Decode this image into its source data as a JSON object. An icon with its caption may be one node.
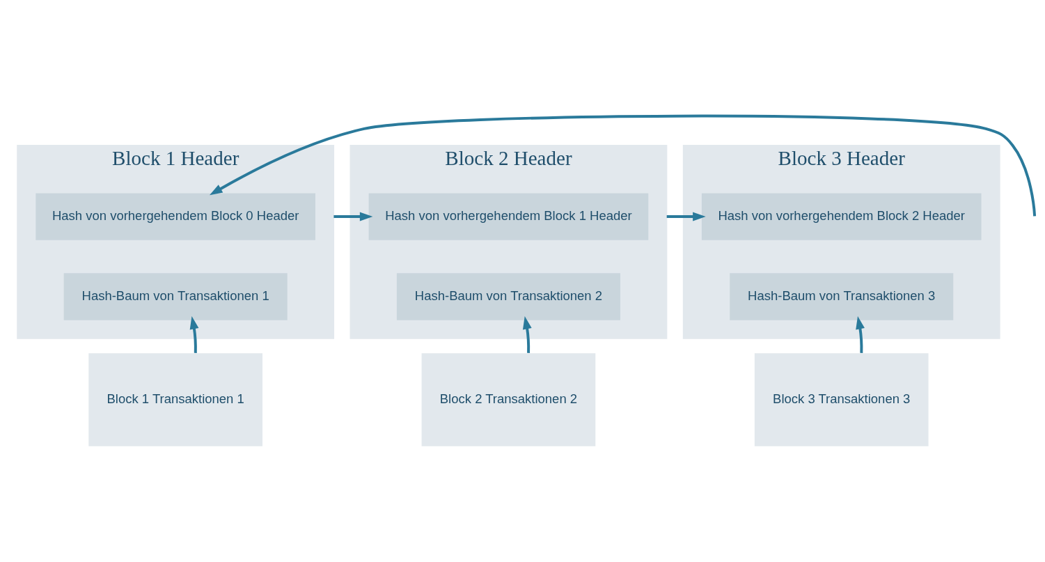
{
  "diagram": {
    "nodes": [
      {
        "text": [
          "Block 1 Header"
        ]
      },
      {
        "text": [
          "Hash von vorhergehendem Block 0 Header"
        ],
        "in": 0
      },
      {
        "text": [
          "Hash-Baum von Transaktionen 1"
        ],
        "in": 0
      },
      {
        "text": [
          "Block 1 Transaktionen 1"
        ]
      },
      {
        "text": [
          "Block 2 Header"
        ]
      },
      {
        "text": [
          "Hash von vorhergehendem Block 1 Header"
        ],
        "in": 4
      },
      {
        "text": [
          "Hash-Baum von Transaktionen 2"
        ],
        "in": 4
      },
      {
        "text": [
          "Block 2 Transaktionen 2"
        ]
      },
      {
        "text": [
          "Block 3 Header"
        ]
      },
      {
        "text": [
          "Hash von vorhergehendem Block 2 Header"
        ],
        "in": 8
      },
      {
        "text": [
          "Hash-Baum von Transaktionen 3"
        ],
        "in": 8
      },
      {
        "text": [
          "Block 3 Transaktionen 3"
        ]
      }
    ],
    "edges": [
      {
        "from": null,
        "to": 1,
        "arrow": "to"
      },
      {
        "from": 0,
        "to": 5,
        "arrow": "to"
      },
      {
        "from": 4,
        "to": 9,
        "arrow": "to"
      },
      {
        "from": 3,
        "to": 2,
        "arrow": "to"
      },
      {
        "from": 7,
        "to": 6,
        "arrow": "to"
      },
      {
        "from": 11,
        "to": 10,
        "arrow": "to"
      }
    ]
  }
}
